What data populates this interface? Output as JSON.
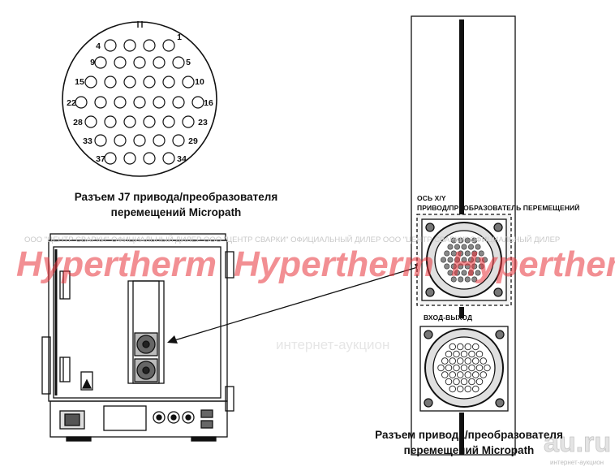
{
  "pinout": {
    "pins": [
      "4",
      "1",
      "9",
      "5",
      "15",
      "10",
      "22",
      "16",
      "28",
      "23",
      "33",
      "29",
      "37",
      "34"
    ]
  },
  "captions": {
    "j7_line1": "Разъем J7 привода/преобразователя",
    "j7_line2": "перемещений Micropath",
    "bottom_line1": "Разъем привода/преобразователя",
    "bottom_line2": "перемещений Micropath"
  },
  "panel": {
    "axis_label_1": "ОСЬ X/Y",
    "axis_label_2": "ПРИВОД/ПРЕОБРАЗОВАТЕЛЬ ПЕРЕМЕЩЕНИЙ",
    "io_label": "ВХОД-ВЫХОД"
  },
  "watermark": {
    "brand": "Hypertherm",
    "small_text": "ООО \"ЦЕНТР СВАРКИ\"   ОФИЦИАЛЬНЫЙ ДИЛЕР   ООО \"ЦЕНТР СВАРКИ\"   ОФИЦИАЛЬНЫЙ ДИЛЕР   ООО \"ЦЕНТР СВАРКИ\"   ОФИЦИАЛЬНЫЙ ДИЛЕР",
    "site_logo": "au.ru",
    "site_tagline": "интернет-аукцион",
    "faint_text": "интернет-аукцион"
  },
  "colors": {
    "line": "#111111",
    "watermark_red": "#e8333a",
    "watermark_grey": "#c9c9c9"
  }
}
